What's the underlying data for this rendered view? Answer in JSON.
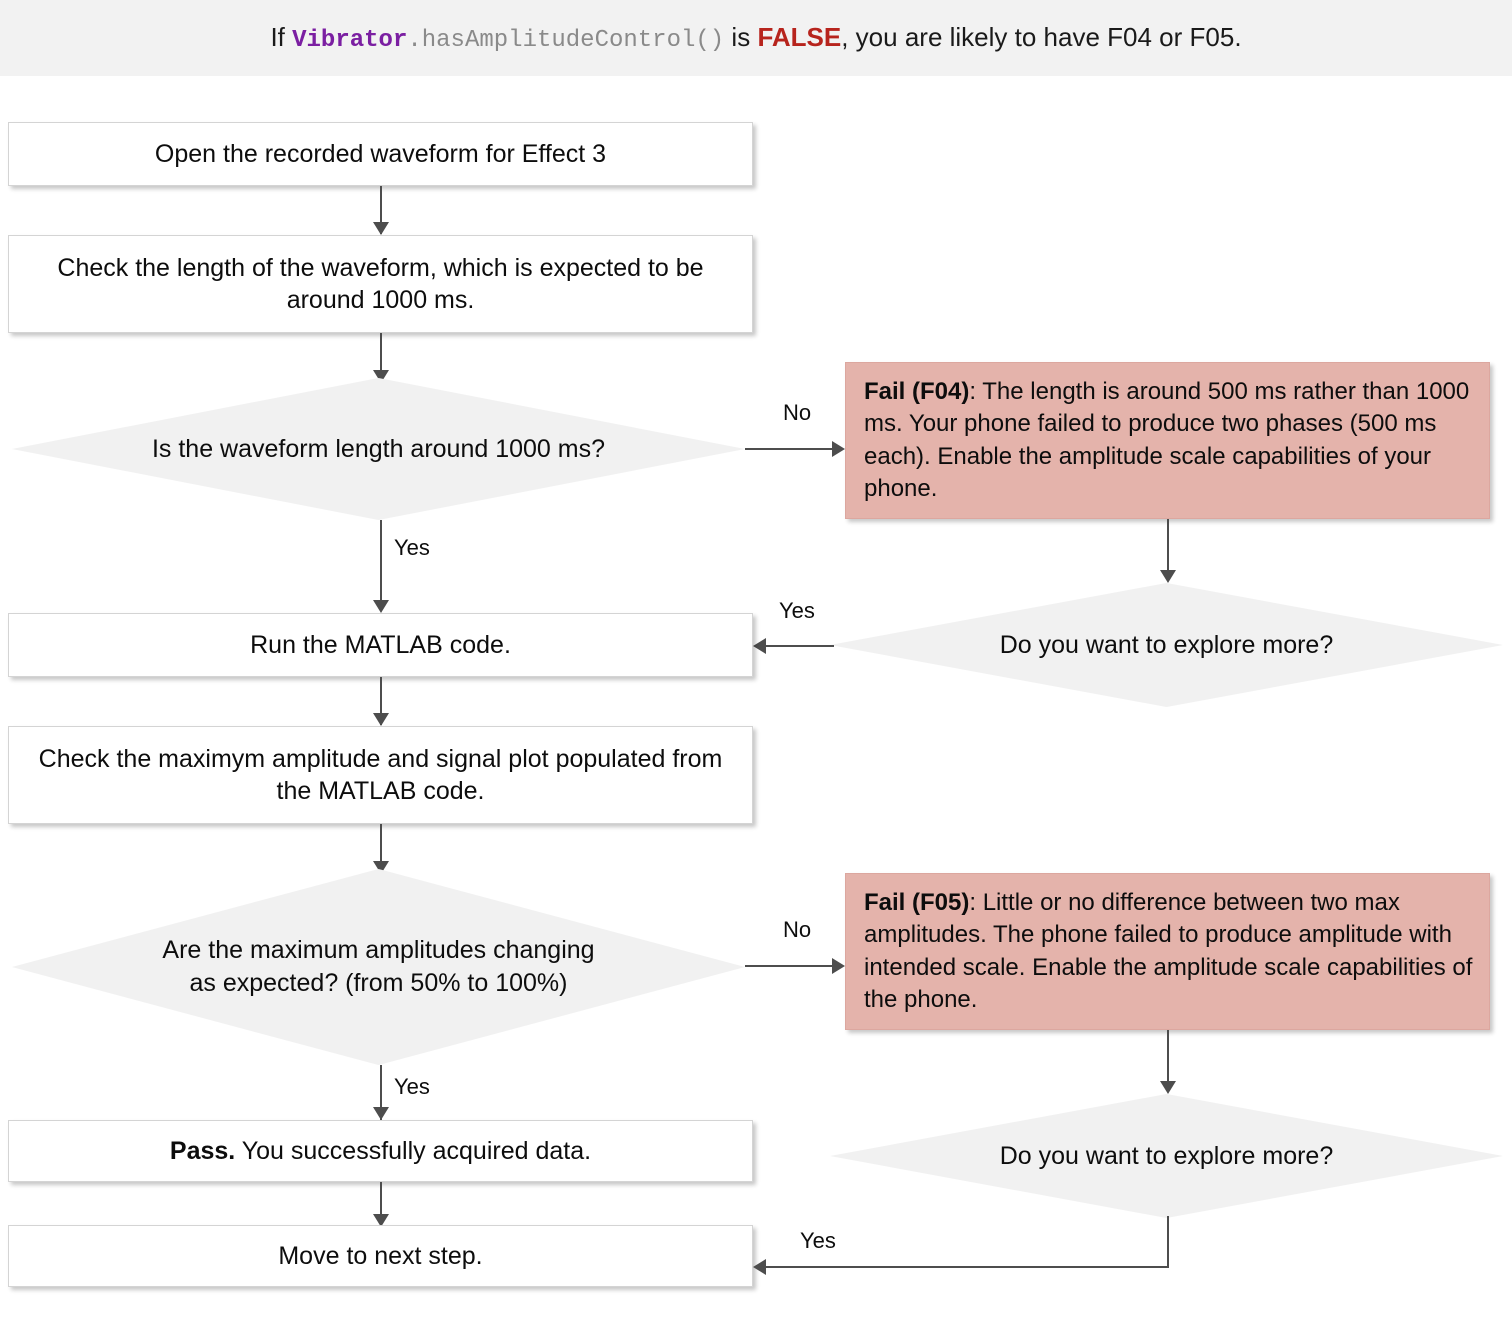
{
  "header": {
    "prefix": "If ",
    "class_name": "Vibrator",
    "method": ".hasAmplitudeControl()",
    "middle": " is ",
    "bool_value": "FALSE",
    "suffix": ", you are likely to have F04 or F05.",
    "full_text": "If Vibrator.hasAmplitudeControl() is FALSE, you are likely to have F04 or F05.",
    "background": "#f2f2f2",
    "class_color": "#7b1fa2",
    "method_color": "#8a8a8a",
    "bool_color": "#b7241d"
  },
  "colors": {
    "process_fill": "#ffffff",
    "decision_fill": "#f1f1f1",
    "fail_fill": "#e4b3ab",
    "connector": "#4d4d4d",
    "text": "#0d0d0d"
  },
  "nodes": {
    "open_waveform": {
      "label": "Open the recorded waveform for Effect 3",
      "type": "process"
    },
    "check_length": {
      "label": "Check the length of the waveform, which is expected to be around 1000 ms.",
      "type": "process"
    },
    "decision_length": {
      "label": "Is the waveform length around 1000 ms?",
      "type": "decision"
    },
    "fail_f04": {
      "code": "Fail (F04)",
      "separator": ": ",
      "body": "The length is around 500 ms rather than 1000 ms. Your phone failed to produce two phases (500 ms each). Enable the amplitude scale capabilities of your phone.",
      "type": "fail"
    },
    "explore_top": {
      "label": "Do you want to explore more?",
      "type": "decision"
    },
    "run_matlab": {
      "label": "Run the MATLAB code.",
      "type": "process"
    },
    "check_amplitude": {
      "label": "Check the maximym amplitude and signal plot populated from the MATLAB code.",
      "type": "process"
    },
    "decision_amplitude": {
      "label": "Are the maximum amplitudes changing as expected? (from 50% to 100%)",
      "type": "decision"
    },
    "fail_f05": {
      "code": "Fail (F05)",
      "separator": ": ",
      "body": "Little or no difference between two max amplitudes. The phone failed to produce amplitude with intended scale. Enable the amplitude scale capabilities of the phone.",
      "type": "fail"
    },
    "explore_bottom": {
      "label": "Do you want to explore more?",
      "type": "decision"
    },
    "pass": {
      "code": "Pass.",
      "body": " You successfully acquired data.",
      "type": "process"
    },
    "next_step": {
      "label": "Move to next step.",
      "type": "process"
    }
  },
  "edges": {
    "length_no": "No",
    "length_yes": "Yes",
    "explore_top_yes": "Yes",
    "amplitude_no": "No",
    "amplitude_yes": "Yes",
    "explore_bottom_yes": "Yes"
  }
}
